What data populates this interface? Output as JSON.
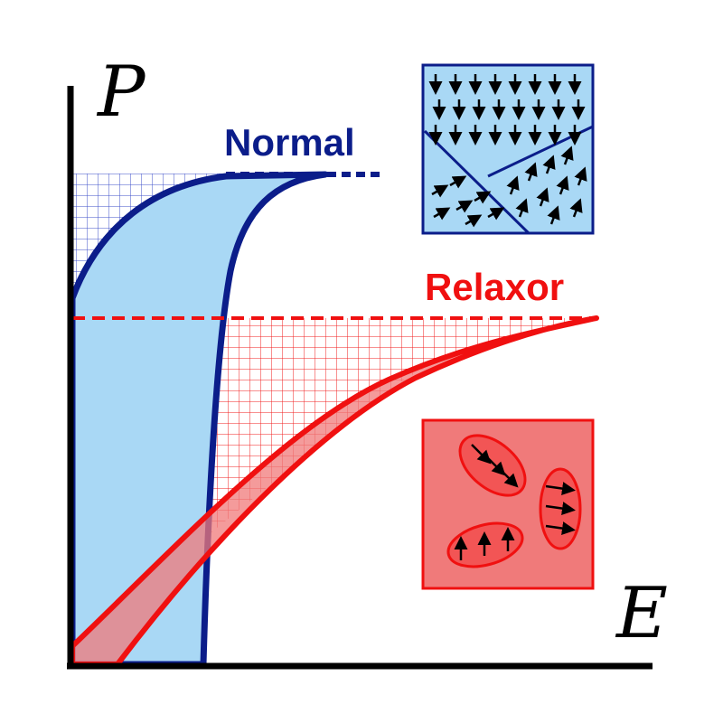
{
  "axes": {
    "y_label": "P",
    "x_label": "E"
  },
  "normal": {
    "label": "Normal",
    "color": "#0b1d8a",
    "fill": "#a9d8f5"
  },
  "relaxor": {
    "label": "Relaxor",
    "color": "#f01010",
    "fill": "#f07a7a"
  },
  "insets": {
    "normal_domains": {
      "arrow": "down-arrow",
      "description_name": "ferroelectric-domains"
    },
    "relaxor_nanoregions": {
      "arrow": "polar-arrow",
      "description_name": "polar-nanoregions"
    }
  }
}
